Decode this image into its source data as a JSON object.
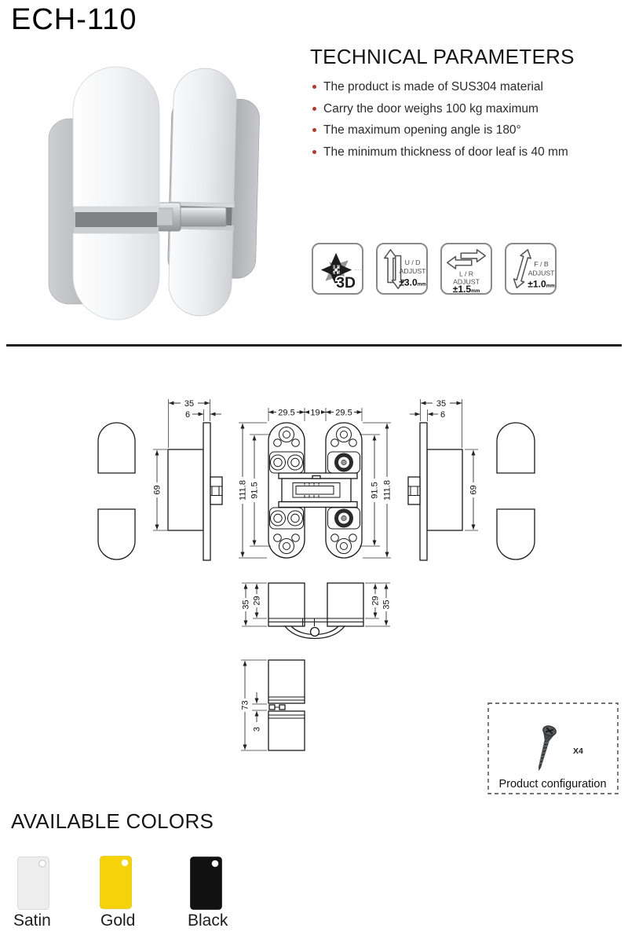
{
  "page": {
    "title": "ECH-110"
  },
  "technical_parameters": {
    "heading": "TECHNICAL PARAMETERS",
    "bullet_color": "#b23b2e",
    "items": [
      "The product is made of SUS304 material",
      "Carry the door weighs 100 kg maximum",
      "The maximum opening angle is 180°",
      "The minimum thickness of door leaf is 40 mm"
    ]
  },
  "badges": {
    "d3": {
      "label": "3D"
    },
    "ud": {
      "line1": "U / D",
      "line2": "ADJUST",
      "value": "±3.0",
      "unit": "mm"
    },
    "lr": {
      "line1": "L / R",
      "line2": "ADJUST",
      "value": "±1.5",
      "unit": "mm"
    },
    "fb": {
      "line1": "F / B",
      "line2": "ADJUST",
      "value": "±1.0",
      "unit": "mm"
    }
  },
  "drawings": {
    "dims": {
      "d35": "35",
      "d6": "6",
      "d69": "69",
      "d29_5": "29.5",
      "d19": "19",
      "d111_8": "111.8",
      "d91_5": "91.5",
      "d29": "29",
      "d73": "73",
      "d3": "3"
    }
  },
  "product_configuration": {
    "label": "Product configuration",
    "count": "X4"
  },
  "available_colors": {
    "heading": "AVAILABLE COLORS",
    "swatches": [
      {
        "name": "Satin",
        "color": "#ededee"
      },
      {
        "name": "Gold",
        "color": "#f5d20a"
      },
      {
        "name": "Black",
        "color": "#111111"
      }
    ]
  }
}
